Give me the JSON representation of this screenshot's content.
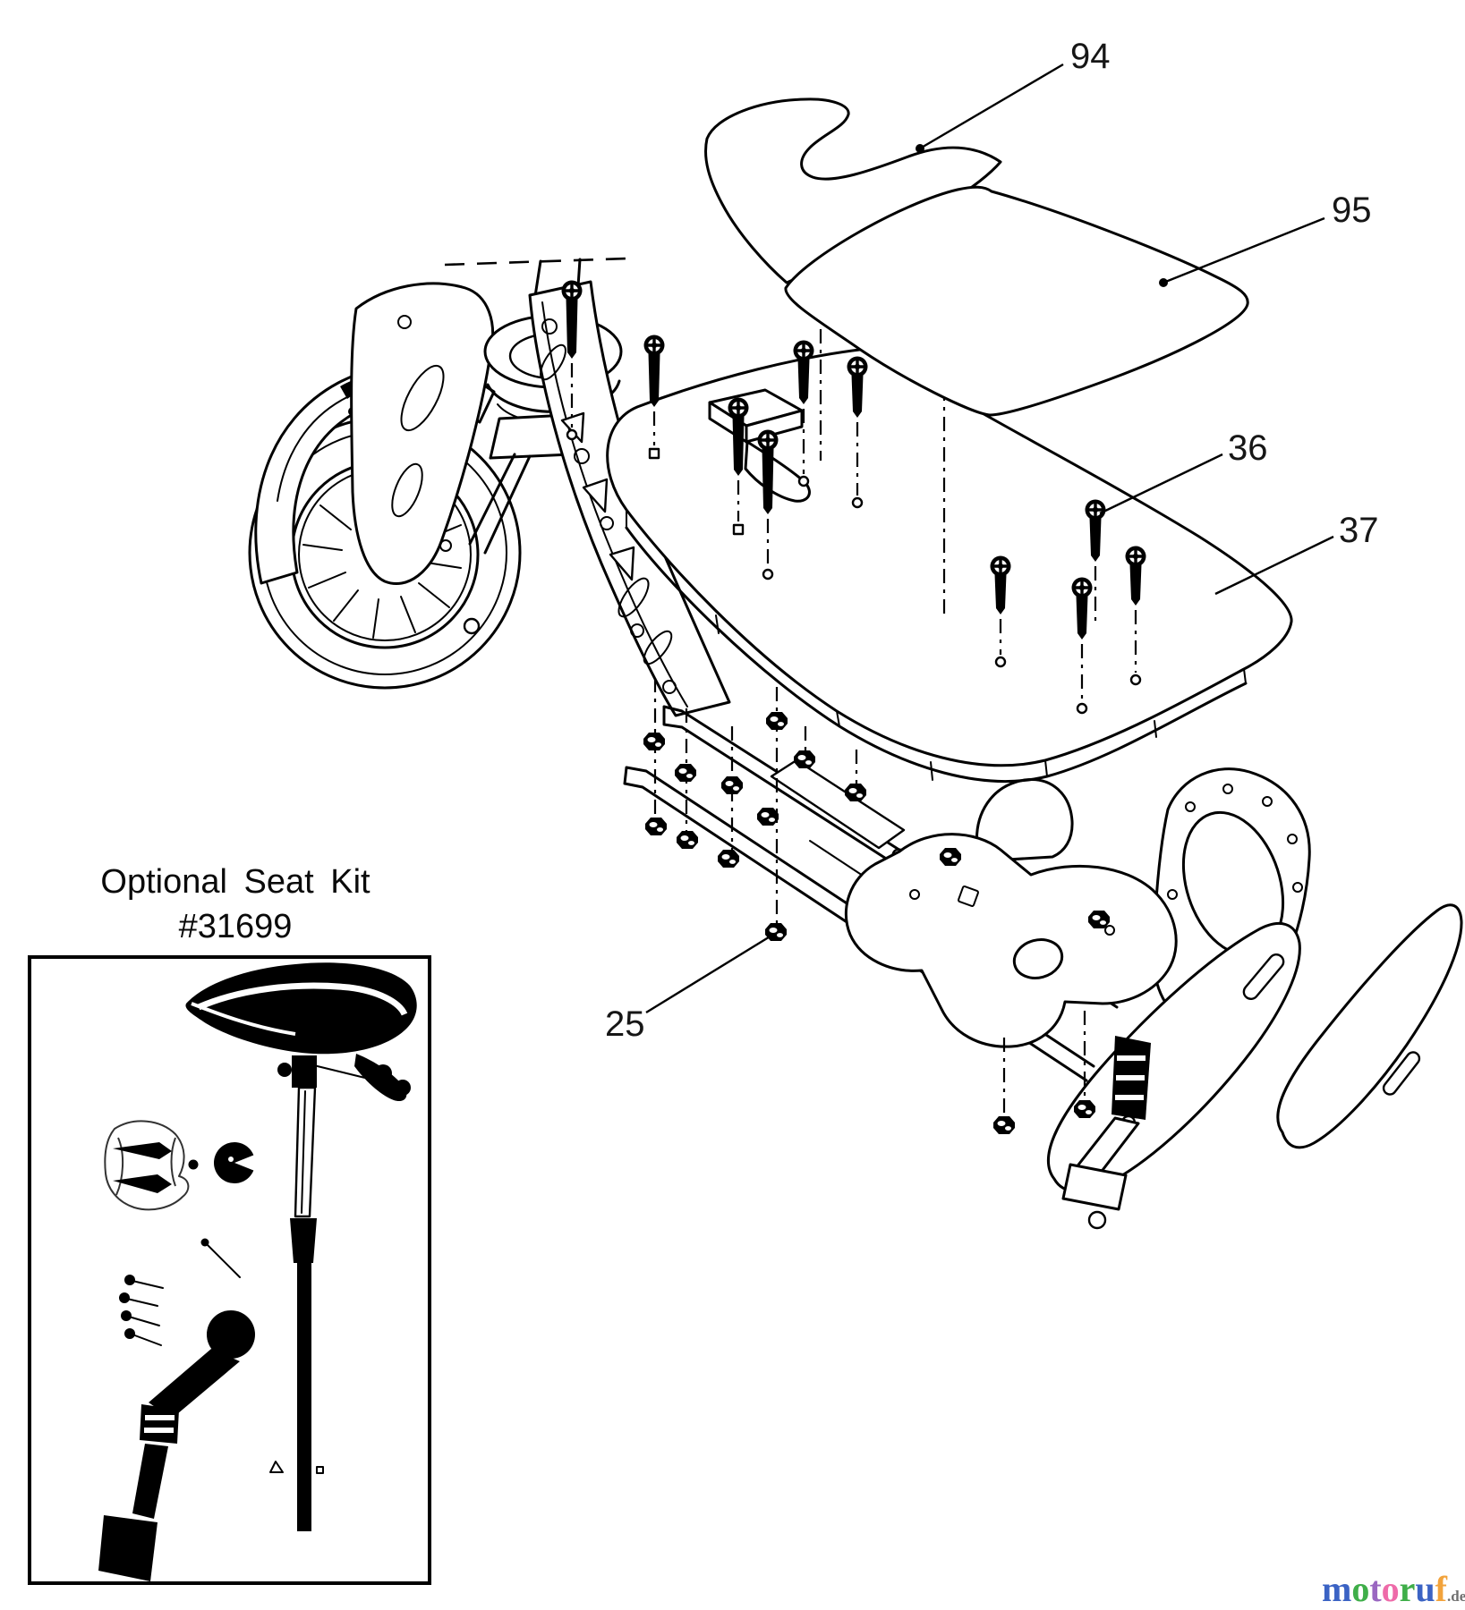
{
  "callouts": {
    "c94": {
      "label": "94"
    },
    "c95": {
      "label": "95"
    },
    "c36": {
      "label": "36"
    },
    "c37": {
      "label": "37"
    },
    "c25": {
      "label": "25"
    }
  },
  "seat_kit": {
    "title_line1": "Optional Seat Kit",
    "title_line2": "#31699"
  },
  "watermark": {
    "letters": [
      {
        "ch": "m",
        "color": "#3b63c4"
      },
      {
        "ch": "o",
        "color": "#3fae49"
      },
      {
        "ch": "t",
        "color": "#9a67c1"
      },
      {
        "ch": "o",
        "color": "#ee6ba9"
      },
      {
        "ch": "r",
        "color": "#3fae49"
      },
      {
        "ch": "u",
        "color": "#3b63c4"
      },
      {
        "ch": "f",
        "color": "#f2a33c"
      }
    ],
    "suffix": ".de",
    "suffix_color": "#707070"
  }
}
